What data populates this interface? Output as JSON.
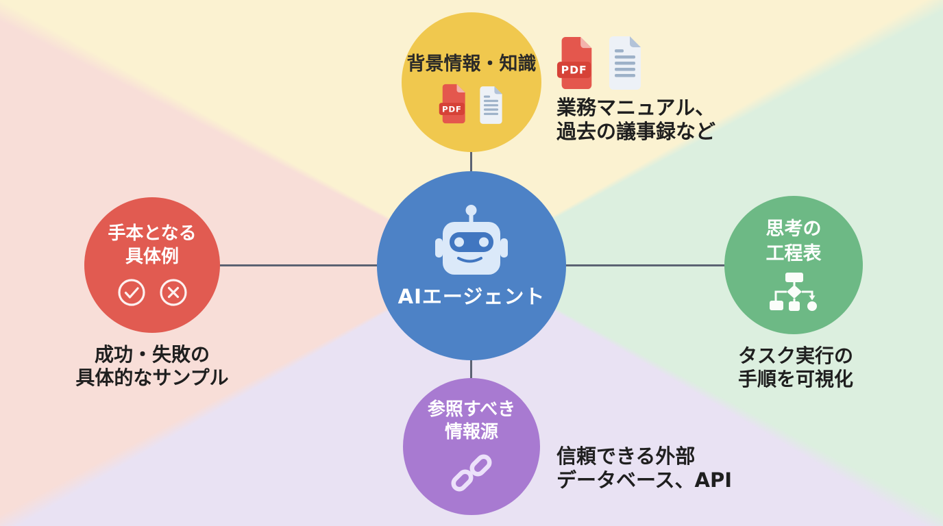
{
  "diagram": {
    "center": {
      "label": "AIエージェント"
    },
    "nodes": {
      "knowledge": {
        "label": "背景情報・知識"
      },
      "examples": {
        "line1": "手本となる",
        "line2": "具体例"
      },
      "process": {
        "line1": "思考の",
        "line2": "工程表"
      },
      "sources": {
        "line1": "参照すべき",
        "line2": "情報源"
      }
    },
    "annotations": {
      "knowledge": {
        "line1": "業務マニュアル、",
        "line2": "過去の議事録など"
      },
      "examples": {
        "line1": "成功・失敗の",
        "line2": "具体的なサンプル"
      },
      "process": {
        "line1": "タスク実行の",
        "line2": "手順を可視化"
      },
      "sources": {
        "line1": "信頼できる外部",
        "line2": "データベース、API"
      }
    },
    "icons": {
      "pdf_badge": "PDF"
    },
    "colors": {
      "center_node": "#4d82c6",
      "knowledge_node": "#f0c84e",
      "examples_node": "#e15b51",
      "process_node": "#6db985",
      "sources_node": "#a87ad1",
      "bg_top": "#fbf2d1",
      "bg_right": "#dcefdf",
      "bg_bottom": "#e9e2f3",
      "bg_left": "#f8ded8",
      "connector": "#5b6272",
      "annotation_text": "#1f1f1f"
    }
  }
}
